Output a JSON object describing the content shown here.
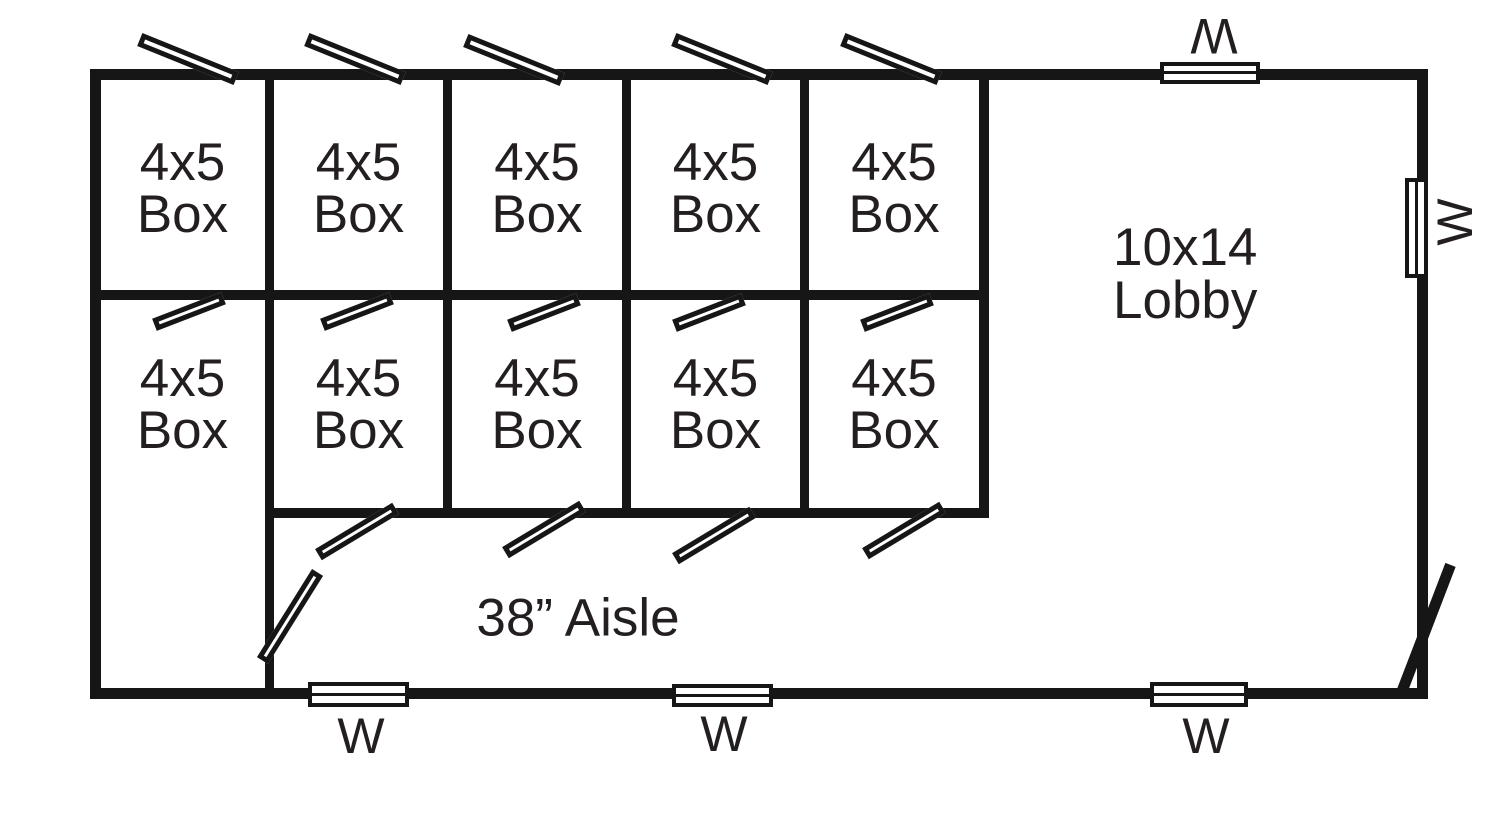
{
  "plan": {
    "rooms_row1": [
      {
        "size": "4x5",
        "kind": "Box"
      },
      {
        "size": "4x5",
        "kind": "Box"
      },
      {
        "size": "4x5",
        "kind": "Box"
      },
      {
        "size": "4x5",
        "kind": "Box"
      },
      {
        "size": "4x5",
        "kind": "Box"
      }
    ],
    "rooms_row2": [
      {
        "size": "4x5",
        "kind": "Box"
      },
      {
        "size": "4x5",
        "kind": "Box"
      },
      {
        "size": "4x5",
        "kind": "Box"
      },
      {
        "size": "4x5",
        "kind": "Box"
      },
      {
        "size": "4x5",
        "kind": "Box"
      }
    ],
    "lobby": {
      "size": "10x14",
      "name": "Lobby"
    },
    "aisle_label": "38” Aisle",
    "window_marker": "W",
    "colors": {
      "line": "#161616",
      "background": "#ffffff",
      "text": "#231f20"
    }
  }
}
